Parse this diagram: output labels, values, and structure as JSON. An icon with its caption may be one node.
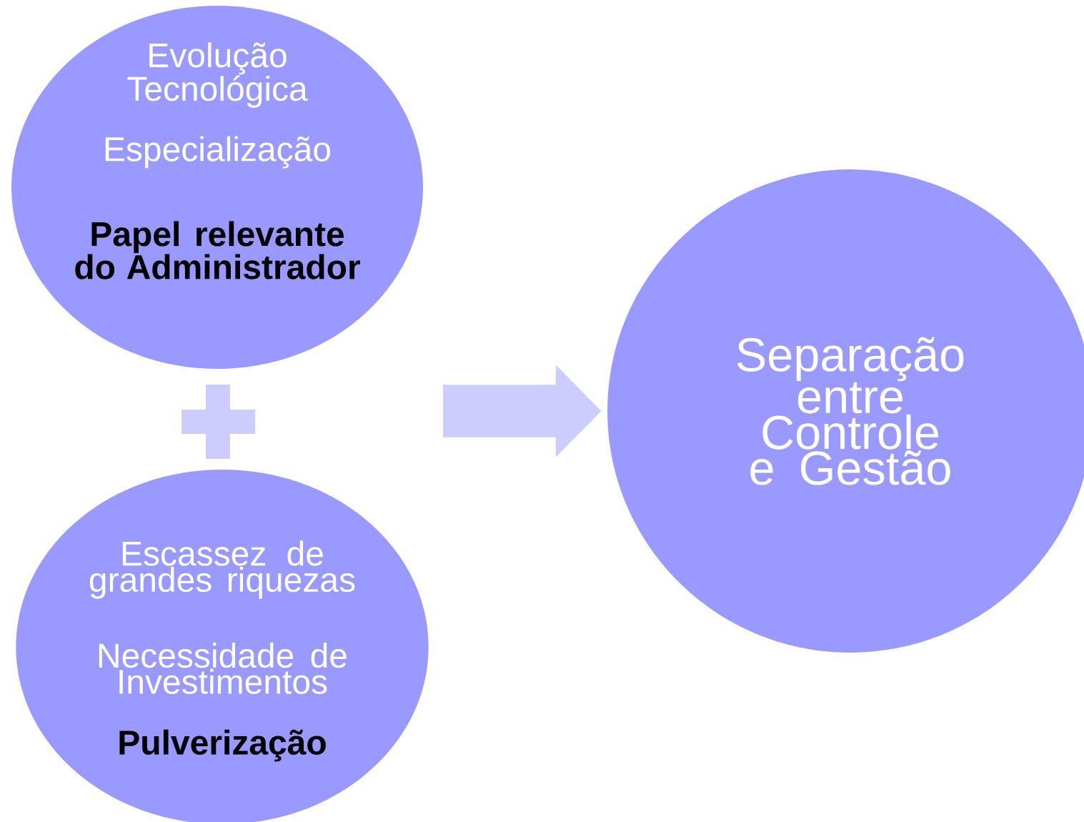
{
  "diagram": {
    "nodes": [
      {
        "text": [
          "Evolução Tecnológica",
          "Especialização",
          "Papel relevante do Administrador"
        ]
      },
      {
        "text": [
          "Escassez de grandes riquezas",
          "Necessidade de Investimentos",
          "Pulverização"
        ]
      },
      {
        "text": [
          "Separação entre Controle e Gestão"
        ]
      }
    ],
    "edges": [
      {
        "from": null,
        "to": 2,
        "arrow": "to"
      }
    ]
  }
}
